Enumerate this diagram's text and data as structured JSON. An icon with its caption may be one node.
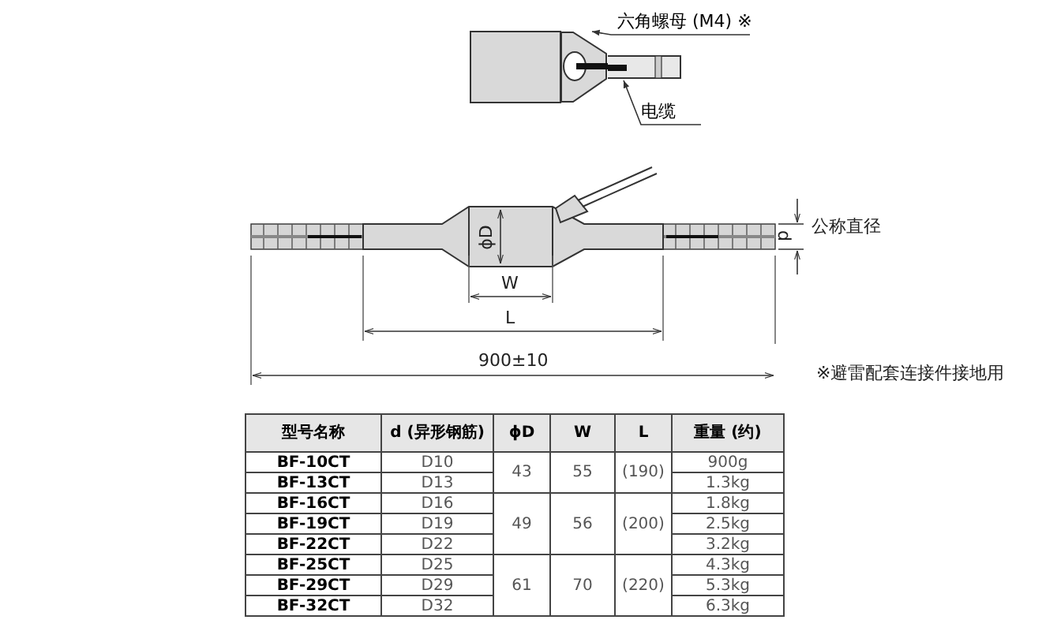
{
  "diagram": {
    "nodes": [
      {
        "text": [
          "六角螺母 (M4) ※"
        ]
      },
      {
        "text": [],
        "shape": "picture"
      },
      {
        "text": [
          "电缆"
        ]
      },
      {
        "text": [],
        "shape": "picture"
      }
    ],
    "edges": [
      {
        "from": 0,
        "to": 1,
        "arrow": "to"
      },
      {
        "from": 2,
        "to": 3,
        "arrow": "to"
      }
    ],
    "labels": [
      "ϕD",
      "W",
      "L",
      "d",
      "公称直径",
      "900±10",
      "※避雷配套连接件接地用",
      "型号名称",
      "d (异形钢筋)",
      "ϕD",
      "W",
      "L",
      "重量 (约)",
      "BF-10CT",
      "D10",
      "43",
      "55",
      "(190)",
      "900g",
      "BF-13CT",
      "D13",
      "1.3kg",
      "BF-16CT",
      "D16",
      "49",
      "56",
      "(200)",
      "1.8kg",
      "BF-19CT",
      "D19",
      "2.5kg",
      "BF-22CT",
      "D22",
      "3.2kg",
      "BF-25CT",
      "D25",
      "61",
      "70",
      "(220)",
      "4.3kg",
      "BF-29CT",
      "D29",
      "5.3kg",
      "BF-32CT",
      "D32",
      "6.3kg"
    ]
  }
}
